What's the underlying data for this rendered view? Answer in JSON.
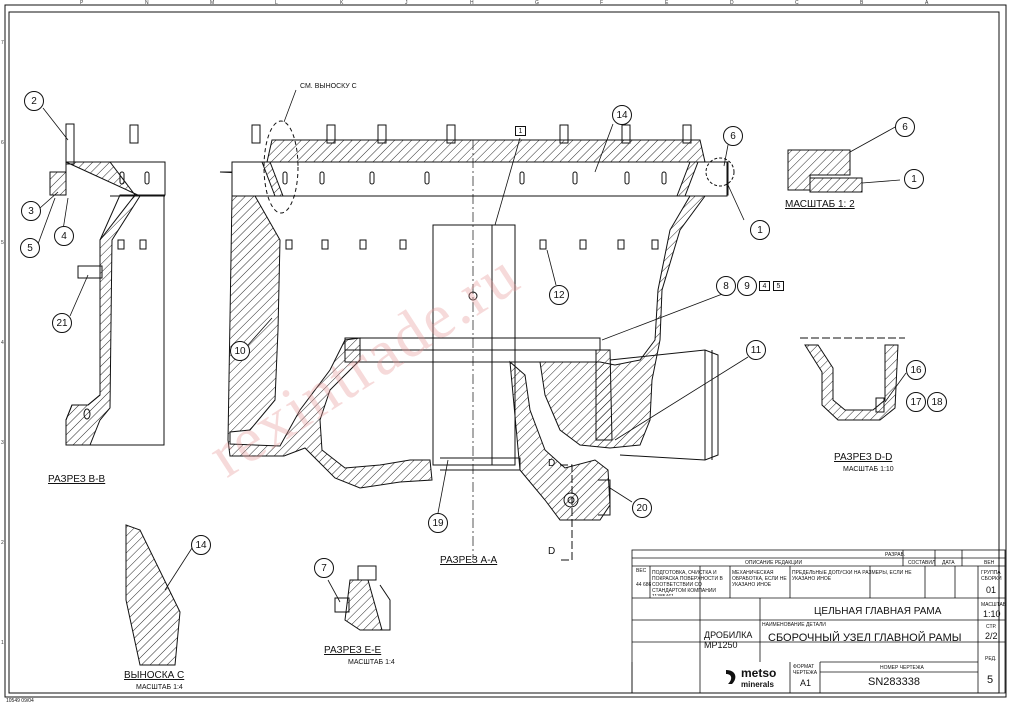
{
  "zones": {
    "top": [
      "P",
      "N",
      "M",
      "L",
      "K",
      "J",
      "H",
      "G",
      "F",
      "E",
      "D",
      "C",
      "B",
      "A"
    ],
    "left": [
      "7",
      "6",
      "5",
      "4",
      "3",
      "2",
      "1"
    ]
  },
  "sections": {
    "b_b": "РАЗРЕЗ В-В",
    "a_a": "РАЗРЕЗ А-А",
    "d_d": "РАЗРЕЗ D-D",
    "d_d_scale": "МАСШТАБ 1:10",
    "e_e": "РАЗРЕЗ Е-Е",
    "e_e_scale": "МАСШТАБ 1:4",
    "c_view": "ВЫНОСКА С",
    "c_scale": "МАСШТАБ 1:4",
    "detail_scale": "МАСШТАБ 1: 2",
    "see_note": "СМ. ВЫНОСКУ С",
    "cut_d": "D"
  },
  "balloons": [
    "1",
    "2",
    "3",
    "4",
    "5",
    "6",
    "7",
    "8",
    "9",
    "10",
    "11",
    "12",
    "14",
    "16",
    "17",
    "18",
    "19",
    "20",
    "21"
  ],
  "notes": [
    "1",
    "4",
    "5"
  ],
  "title_block": {
    "weight_label": "ВЕС",
    "weight": "44 686",
    "description_label": "ОПИСАНИЕ РЕДАКЦИИ",
    "changed_label": "РАЗРАБ.",
    "author_label": "СОСТАВИЛ",
    "date_label": "ДАТА",
    "rev_label": "ВЕН",
    "left_note": "ПОДГОТОВКА, ОЧИСТКА И ПОКРАСКА ПОВЕРХНОСТИ В СООТВЕТСТВИИ СО СТАНДАРТОМ КОМПАНИИ 11385461",
    "mech_note": "МЕХАНИЧЕСКАЯ ОБРАБОТКА, ЕСЛИ НЕ УКАЗАНО ИНОЕ",
    "tolerance_note": "ПРЕДЕЛЬНЫЕ ДОПУСКИ НА РАЗМЕРЫ, ЕСЛИ НЕ УКАЗАНО ИНОЕ",
    "group_label": "ГРУППА СБОРКИ",
    "group": "01",
    "scale_label": "МАСШТАБ",
    "scale": "1:10",
    "sheet_label": "СТР.",
    "sheet": "2/2",
    "product": "ДРОБИЛКА MP1250",
    "name_label": "НАИМЕНОВАНИЕ ДЕТАЛИ",
    "title_1": "ЦЕЛЬНАЯ ГЛАВНАЯ РАМА",
    "title_2": "СБОРОЧНЫЙ УЗЕЛ ГЛАВНОЙ РАМЫ",
    "format_label": "ФОРМАТ ЧЕРТЕЖА",
    "format": "A1",
    "number_label": "НОМЕР ЧЕРТЕЖА",
    "number": "SN283338",
    "rev_no_label": "РЕД.",
    "rev": "5",
    "logo_1": "metso",
    "logo_2": "minerals",
    "stamp": "10549 09/04"
  },
  "watermark": "rexintrade.ru"
}
